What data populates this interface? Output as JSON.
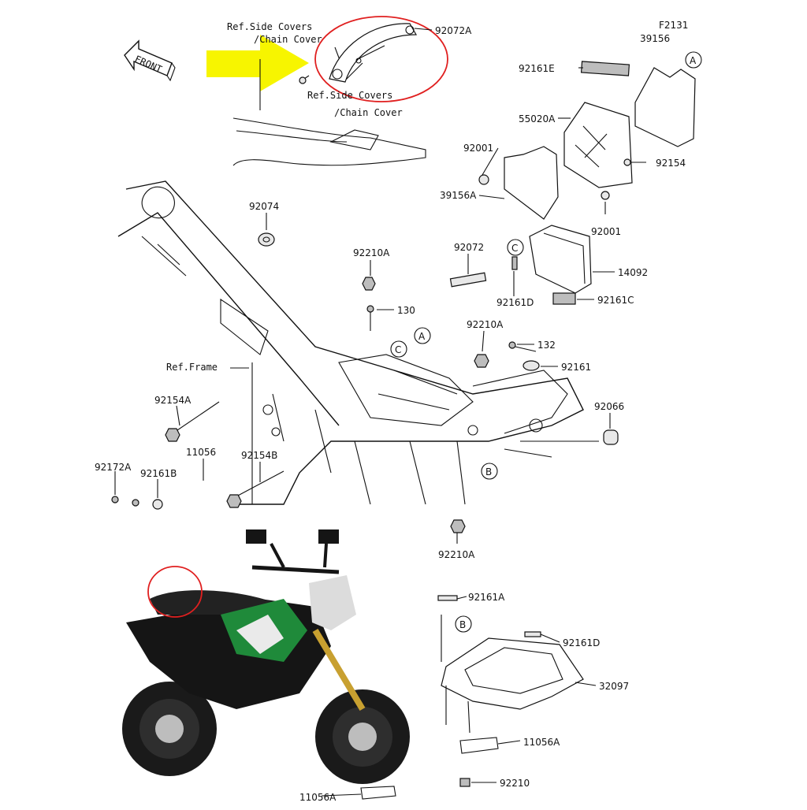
{
  "catalog_code": "F2131",
  "direction_label": "FRONT",
  "refs": {
    "side_covers_top_1": "Ref.Side Covers",
    "side_covers_top_2": "/Chain Cover",
    "side_covers_mid_1": "Ref.Side Covers",
    "side_covers_mid_2": "/Chain Cover",
    "frame": "Ref.Frame"
  },
  "callouts": {
    "A": "A",
    "B": "B",
    "C": "C"
  },
  "parts": {
    "p92072A": "92072A",
    "p39156": "39156",
    "p92161E": "92161E",
    "p55020A": "55020A",
    "p92001a": "92001",
    "p92154": "92154",
    "p39156A": "39156A",
    "p92001b": "92001",
    "p92074": "92074",
    "p92210A_a": "92210A",
    "p92072": "92072",
    "p14092": "14092",
    "p130": "130",
    "p92161D_a": "92161D",
    "p92161C": "92161C",
    "p92210A_b": "92210A",
    "p132": "132",
    "p92161": "92161",
    "p92154A": "92154A",
    "p92066": "92066",
    "p11056": "11056",
    "p92154B": "92154B",
    "p92172A": "92172A",
    "p92161B": "92161B",
    "p92210A_c": "92210A",
    "p92161A": "92161A",
    "p92161D_b": "92161D",
    "p32097": "32097",
    "p11056A_a": "11056A",
    "p92210": "92210",
    "p11056A_b": "11056A"
  },
  "colors": {
    "arrow": "#f7f500",
    "highlight": "#e02020",
    "bike_green": "#1f8a3a",
    "bike_black": "#151515"
  }
}
